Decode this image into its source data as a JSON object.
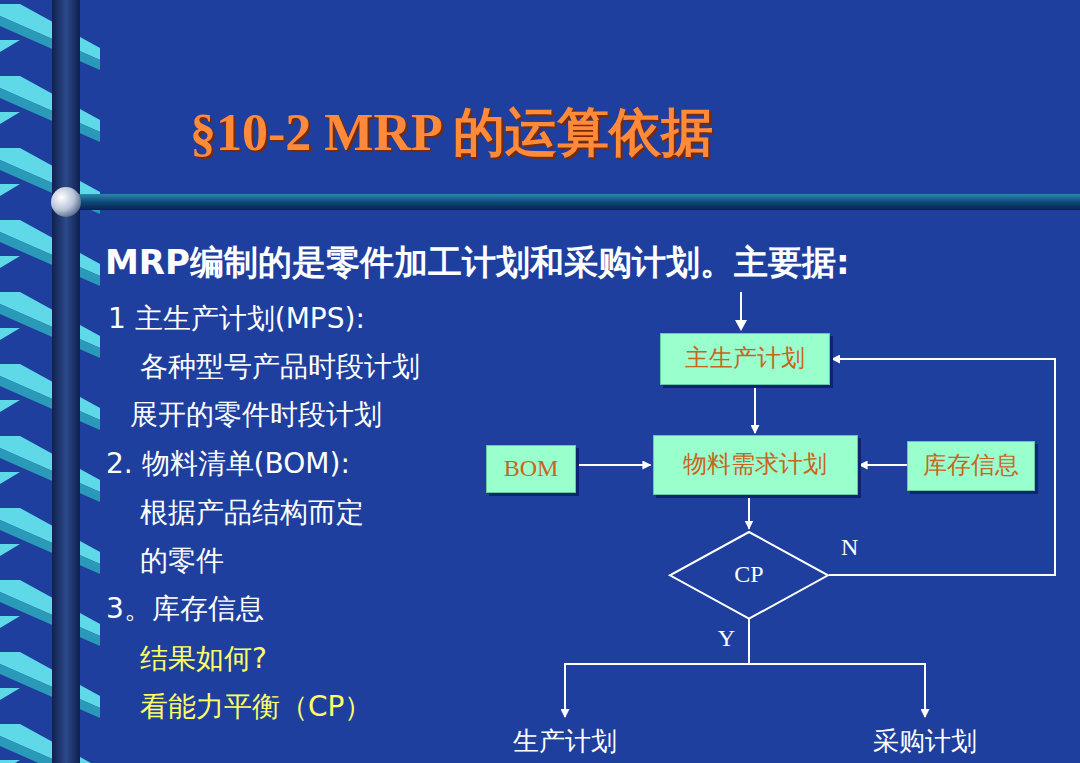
{
  "diagram": {
    "title": "§10-2 MRP 的运算依据",
    "nodes": [
      {
        "text": [
          "主生产计划"
        ]
      },
      {
        "text": [
          "BOM"
        ]
      },
      {
        "text": [
          "物料需求计划"
        ]
      },
      {
        "text": [
          "库存信息"
        ]
      },
      {
        "text": [
          "CP"
        ]
      },
      {
        "text": [
          "生产计划"
        ]
      },
      {
        "text": [
          "采购计划"
        ]
      }
    ],
    "edges": [
      {
        "from": 0,
        "to": 2,
        "arrow": "to"
      },
      {
        "from": 1,
        "to": 2,
        "arrow": "to"
      },
      {
        "from": 3,
        "to": 2,
        "arrow": "to"
      },
      {
        "from": 2,
        "to": 4,
        "arrow": "to"
      },
      {
        "from": 4,
        "to": 0,
        "arrow": "to",
        "label": "N"
      },
      {
        "from": 4,
        "to": 5,
        "arrow": "to",
        "label": "Y"
      },
      {
        "from": 4,
        "to": 6,
        "arrow": "to"
      }
    ],
    "labels": [
      "MRP编制的是零件加工计划和采购计划。主要据:",
      "1 主生产计划(MPS):",
      "各种型号产品时段计划",
      "展开的零件时段计划",
      "2. 物料清单(BOM):",
      "根据产品结构而定",
      "的零件",
      "3。库存信息",
      "结果如何?",
      "看能力平衡（CP）"
    ]
  }
}
